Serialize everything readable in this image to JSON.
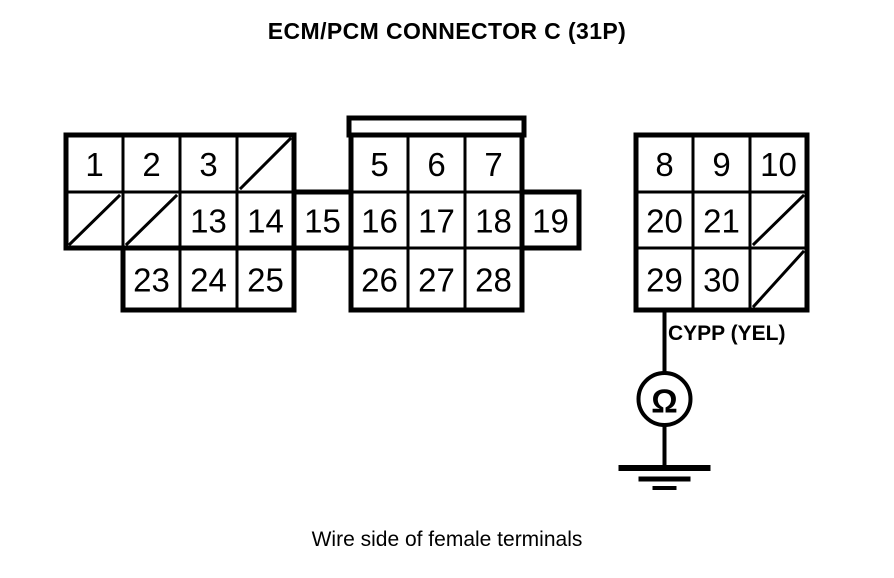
{
  "title": "ECM/PCM CONNECTOR C (31P)",
  "caption": "Wire side of female terminals",
  "wire": {
    "label": "CYPP (YEL)",
    "source_terminal": "29",
    "meter_symbol": "ohm-meter",
    "meter_glyph": "Ω",
    "ground": "chassis-ground"
  },
  "colors": {
    "line": "#000000",
    "background": "#ffffff",
    "text": "#000000"
  },
  "connector": {
    "name": "C",
    "pin_count": "31P",
    "rows": 3,
    "columns": 14,
    "grid": {
      "row1": [
        {
          "col": 1,
          "label": "1",
          "state": "pin"
        },
        {
          "col": 2,
          "label": "2",
          "state": "pin"
        },
        {
          "col": 3,
          "label": "3",
          "state": "pin"
        },
        {
          "col": 4,
          "label": "",
          "state": "blank"
        },
        {
          "col": 6,
          "label": "5",
          "state": "pin"
        },
        {
          "col": 7,
          "label": "6",
          "state": "pin"
        },
        {
          "col": 8,
          "label": "7",
          "state": "pin"
        },
        {
          "col": 11,
          "label": "8",
          "state": "pin"
        },
        {
          "col": 12,
          "label": "9",
          "state": "pin"
        },
        {
          "col": 13,
          "label": "10",
          "state": "pin"
        }
      ],
      "row2": [
        {
          "col": 1,
          "label": "",
          "state": "blank"
        },
        {
          "col": 2,
          "label": "",
          "state": "blank"
        },
        {
          "col": 3,
          "label": "13",
          "state": "pin"
        },
        {
          "col": 4,
          "label": "14",
          "state": "pin"
        },
        {
          "col": 5,
          "label": "15",
          "state": "pin"
        },
        {
          "col": 6,
          "label": "16",
          "state": "pin"
        },
        {
          "col": 7,
          "label": "17",
          "state": "pin"
        },
        {
          "col": 8,
          "label": "18",
          "state": "pin"
        },
        {
          "col": 9,
          "label": "19",
          "state": "pin"
        },
        {
          "col": 11,
          "label": "20",
          "state": "pin"
        },
        {
          "col": 12,
          "label": "21",
          "state": "pin"
        },
        {
          "col": 13,
          "label": "",
          "state": "blank"
        }
      ],
      "row3": [
        {
          "col": 2,
          "label": "23",
          "state": "pin"
        },
        {
          "col": 3,
          "label": "24",
          "state": "pin"
        },
        {
          "col": 4,
          "label": "25",
          "state": "pin"
        },
        {
          "col": 6,
          "label": "26",
          "state": "pin"
        },
        {
          "col": 7,
          "label": "27",
          "state": "pin"
        },
        {
          "col": 8,
          "label": "28",
          "state": "pin"
        },
        {
          "col": 11,
          "label": "29",
          "state": "pin"
        },
        {
          "col": 12,
          "label": "30",
          "state": "pin"
        },
        {
          "col": 13,
          "label": "",
          "state": "blank"
        }
      ]
    }
  }
}
